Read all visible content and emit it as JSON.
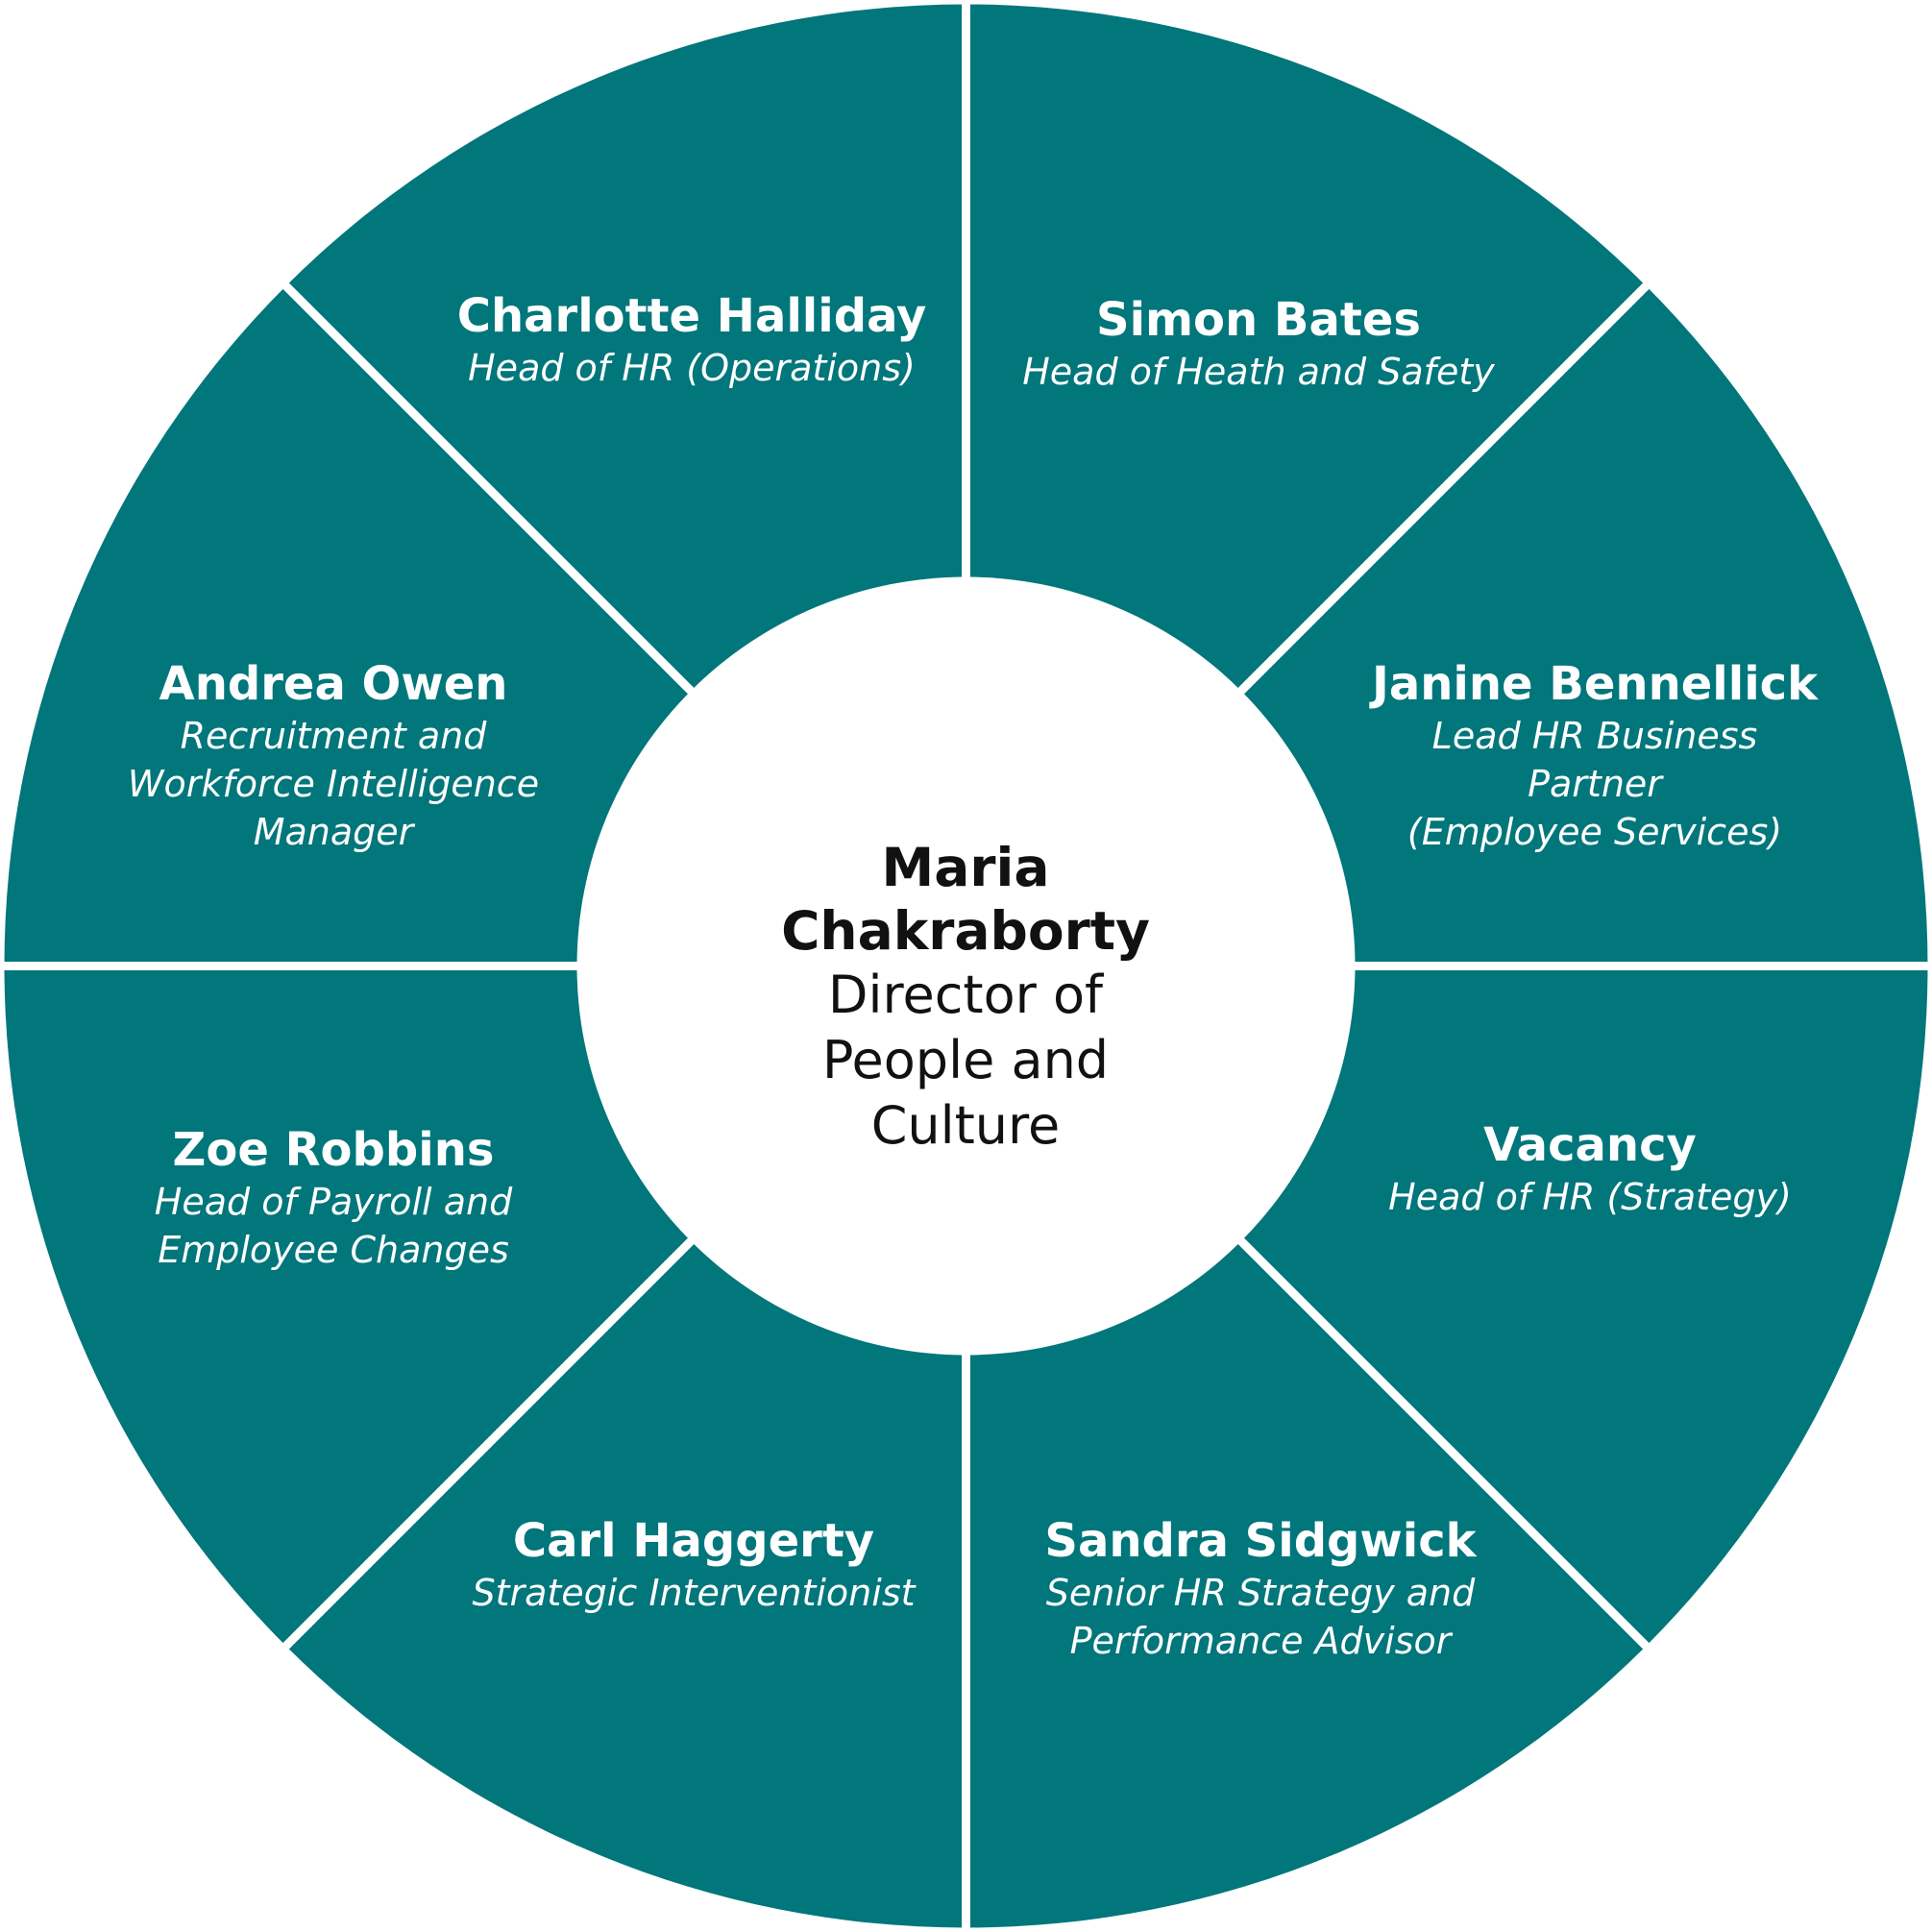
{
  "colors": {
    "segment_fill": "#01767B",
    "divider": "#ffffff",
    "center_fill": "#ffffff",
    "segment_text": "#ffffff",
    "center_text": "#111111"
  },
  "center": {
    "name": "Maria Chakraborty",
    "title_lines": [
      "Director of",
      "People and",
      "Culture"
    ]
  },
  "segments": [
    {
      "name": "Charlotte Halliday",
      "role_lines": [
        "Head of HR (Operations)"
      ]
    },
    {
      "name": "Simon Bates",
      "role_lines": [
        "Head of Heath and Safety"
      ]
    },
    {
      "name": "Janine Bennellick",
      "role_lines": [
        "Lead HR Business",
        "Partner",
        "(Employee Services)"
      ]
    },
    {
      "name": "Vacancy",
      "role_lines": [
        "Head of HR (Strategy)"
      ]
    },
    {
      "name": "Sandra Sidgwick",
      "role_lines": [
        "Senior HR Strategy and",
        "Performance Advisor"
      ]
    },
    {
      "name": "Carl Haggerty",
      "role_lines": [
        "Strategic Interventionist"
      ]
    },
    {
      "name": "Zoe Robbins",
      "role_lines": [
        "Head of Payroll and",
        "Employee Changes"
      ]
    },
    {
      "name": "Andrea Owen",
      "role_lines": [
        "Recruitment and",
        "Workforce Intelligence",
        "Manager"
      ]
    }
  ]
}
